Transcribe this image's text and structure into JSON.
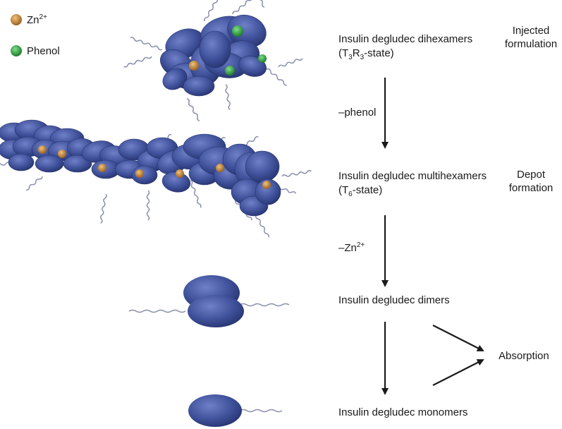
{
  "legend": {
    "zinc": {
      "label": "Zn",
      "sup": "2+",
      "color": "#c8903a"
    },
    "phenol": {
      "label": "Phenol",
      "color": "#2e9a3c"
    }
  },
  "stages": [
    {
      "id": "dihexamers",
      "label": "Insulin degludec dihexamers",
      "state_prefix": "(T",
      "state_sub1": "3",
      "state_mid": "R",
      "state_sub2": "3",
      "state_suffix": "-state)"
    },
    {
      "id": "multihexamers",
      "label": "Insulin degludec multihexamers",
      "state_prefix": "(T",
      "state_sub1": "6",
      "state_suffix": "-state)"
    },
    {
      "id": "dimers",
      "label": "Insulin degludec dimers"
    },
    {
      "id": "monomers",
      "label": "Insulin degludec monomers"
    }
  ],
  "side_labels": {
    "injected": [
      "Injected",
      "formulation"
    ],
    "depot": [
      "Depot",
      "formation"
    ],
    "absorption": "Absorption"
  },
  "transitions": {
    "phenol_loss": "–phenol",
    "zinc_loss_prefix": "–Zn",
    "zinc_loss_sup": "2+"
  },
  "colors": {
    "protein": "#3d4f96",
    "protein_light": "#6b7dc4",
    "tail": "#8a8fae",
    "arrow": "#1a1a1a"
  }
}
